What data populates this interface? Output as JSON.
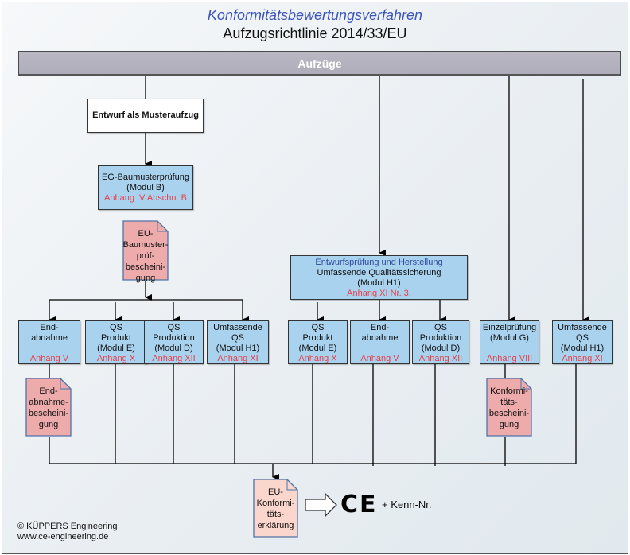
{
  "title": "Konformitätsbewertungsverfahren",
  "subtitle": "Aufzugsrichtlinie 2014/33/EU",
  "root": "Aufzüge",
  "entwurf_box": "Entwurf als Musteraufzug",
  "baumuster_box": {
    "line1": "EG-Baumusterprüfung",
    "line2": "(Modul B)",
    "ref": "Anhang IV Abschn. B"
  },
  "baumuster_doc": [
    "EU-",
    "Baumuster-",
    "prüf-",
    "bescheini-",
    "gung"
  ],
  "h1_box": {
    "heading": "Entwurfsprüfung und Herstellung",
    "line1": "Umfassende Qualitätssicherung",
    "line2": "(Modul H1)",
    "ref": "Anhang XI Nr. 3."
  },
  "modules": [
    {
      "lines": [
        "End-",
        "abnahme",
        ""
      ],
      "ref": "Anhang V"
    },
    {
      "lines": [
        "QS",
        "Produkt",
        "(Modul E)"
      ],
      "ref": "Anhang X"
    },
    {
      "lines": [
        "QS",
        "Produktion",
        "(Modul D)"
      ],
      "ref": "Anhang XII"
    },
    {
      "lines": [
        "Umfassende",
        "QS",
        "(Modul H1)"
      ],
      "ref": "Anhang XI"
    },
    {
      "lines": [
        "QS",
        "Produkt",
        "(Modul E)"
      ],
      "ref": "Anhang X"
    },
    {
      "lines": [
        "End-",
        "abnahme",
        ""
      ],
      "ref": "Anhang V"
    },
    {
      "lines": [
        "QS",
        "Produktion",
        "(Modul D)"
      ],
      "ref": "Anhang XII"
    },
    {
      "lines": [
        "Einzelprüfung",
        "(Modul G)",
        ""
      ],
      "ref": "Anhang VIII"
    },
    {
      "lines": [
        "Umfassende",
        "QS",
        "(Modul H1)"
      ],
      "ref": "Anhang XI"
    }
  ],
  "endabnahme_doc": [
    "End-",
    "abnahme-",
    "bescheini-",
    "gung"
  ],
  "konformitaet_doc": [
    "Konformi-",
    "täts-",
    "bescheini-",
    "gung"
  ],
  "eu_doc": [
    "EU-",
    "Konformi-",
    "täts-",
    "erklärung"
  ],
  "ce_mark": "CE",
  "kenn_nr": "+ Kenn-Nr.",
  "copyright": "© KÜPPERS Engineering",
  "website": "www.ce-engineering.de",
  "colors": {
    "module_fill": "#a9d2ef",
    "document_fill": "#eeabac",
    "eu_document_fill": "#fbd6cd",
    "reference_text": "#e8404a",
    "title_text": "#3c55b8"
  }
}
